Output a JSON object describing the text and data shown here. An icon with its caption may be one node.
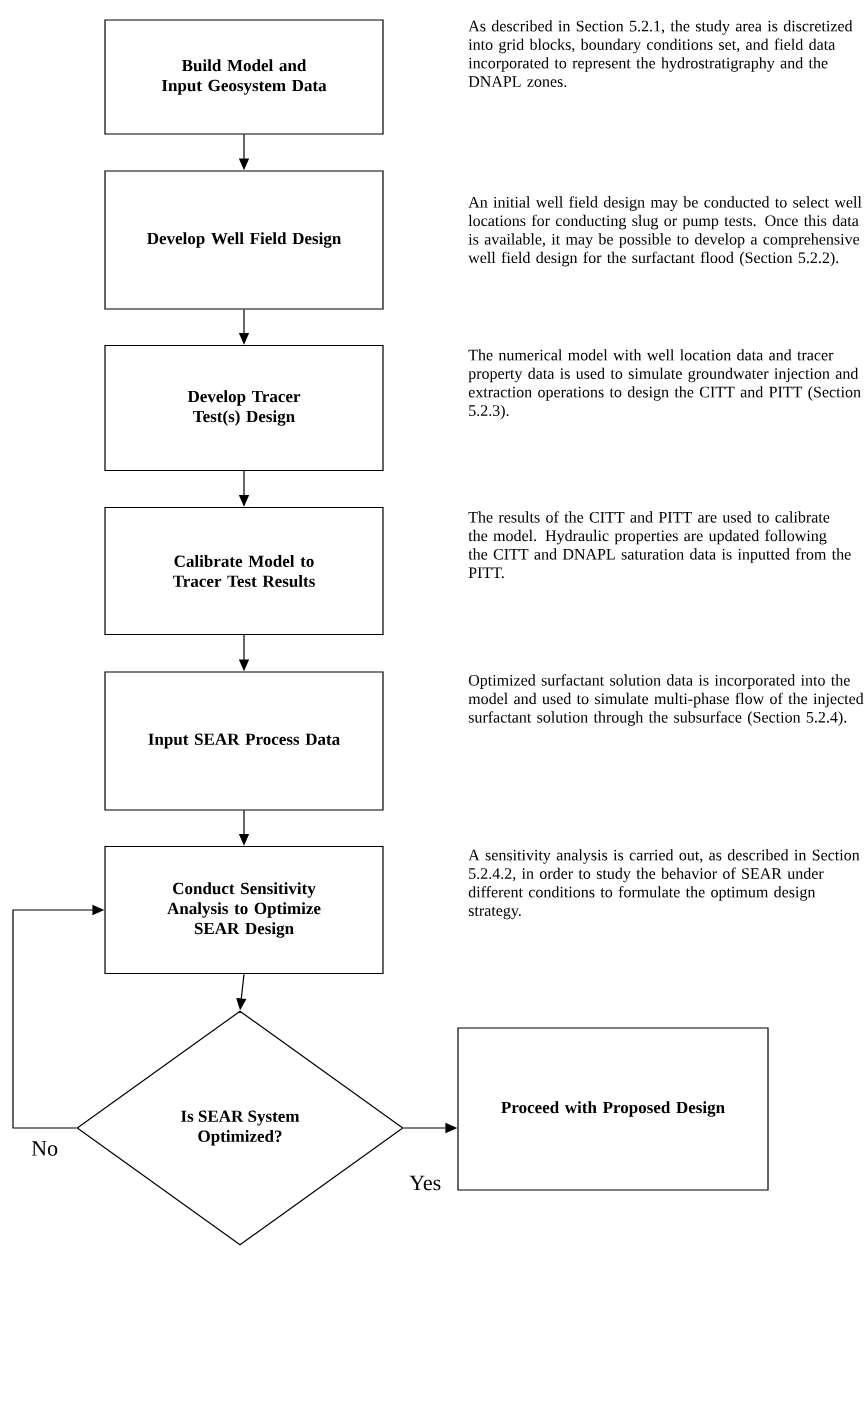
{
  "diagram": {
    "nodes": [
      {
        "text": [
          "Build Model and Input Geosystem Data"
        ]
      },
      {
        "text": [
          "Develop Well Field Design"
        ]
      },
      {
        "text": [
          "Develop Tracer Test(s) Design"
        ]
      },
      {
        "text": [
          "Calibrate Model to Tracer Test Results"
        ]
      },
      {
        "text": [
          "Input SEAR Process Data"
        ]
      },
      {
        "text": [
          "Conduct Sensitivity Analysis to Optimize SEAR Design"
        ]
      },
      {
        "text": [
          "Is SEAR System Optimized?"
        ]
      },
      {
        "text": [
          "Proceed with Proposed Design"
        ]
      }
    ],
    "edges": [
      {
        "from": 0,
        "to": 1,
        "arrow": "to"
      },
      {
        "from": 1,
        "to": 2,
        "arrow": "to"
      },
      {
        "from": 2,
        "to": 3,
        "arrow": "to"
      },
      {
        "from": 3,
        "to": 4,
        "arrow": "to"
      },
      {
        "from": 4,
        "to": 5,
        "arrow": "to"
      },
      {
        "from": 5,
        "to": 6,
        "arrow": "to"
      },
      {
        "from": 6,
        "to": 5,
        "arrow": "to",
        "label": "No"
      },
      {
        "from": 6,
        "to": 7,
        "arrow": "to",
        "label": "Yes"
      }
    ],
    "labels": [
      "As described in Section 5.2.1, the study area is discretized into grid blocks, boundary conditions set, and field data incorporated to represent the hydrostratigraphy and the DNAPL zones.",
      "An initial well field design may be conducted to select well locations for conducting slug or pump tests.  Once this data is available, it may be possible to develop a comprehensive well field design for the surfactant flood (Section 5.2.2).",
      "The numerical model with well location data and tracer property data is used to simulate groundwater injection and extraction operations to design the CITT and PITT (Section 5.2.3).",
      "The results of the CITT and PITT are used to calibrate the model.  Hydraulic properties are updated following the CITT and DNAPL saturation data is inputted from the PITT.",
      "Optimized surfactant solution data is incorporated into the model and used to simulate multi-phase flow of the injected surfactant solution through the subsurface (Section 5.2.4).",
      "A sensitivity analysis is carried out, as described in Section 5.2.4.2, in order to study the behavior of SEAR under different conditions to formulate the optimum design strategy."
    ]
  }
}
